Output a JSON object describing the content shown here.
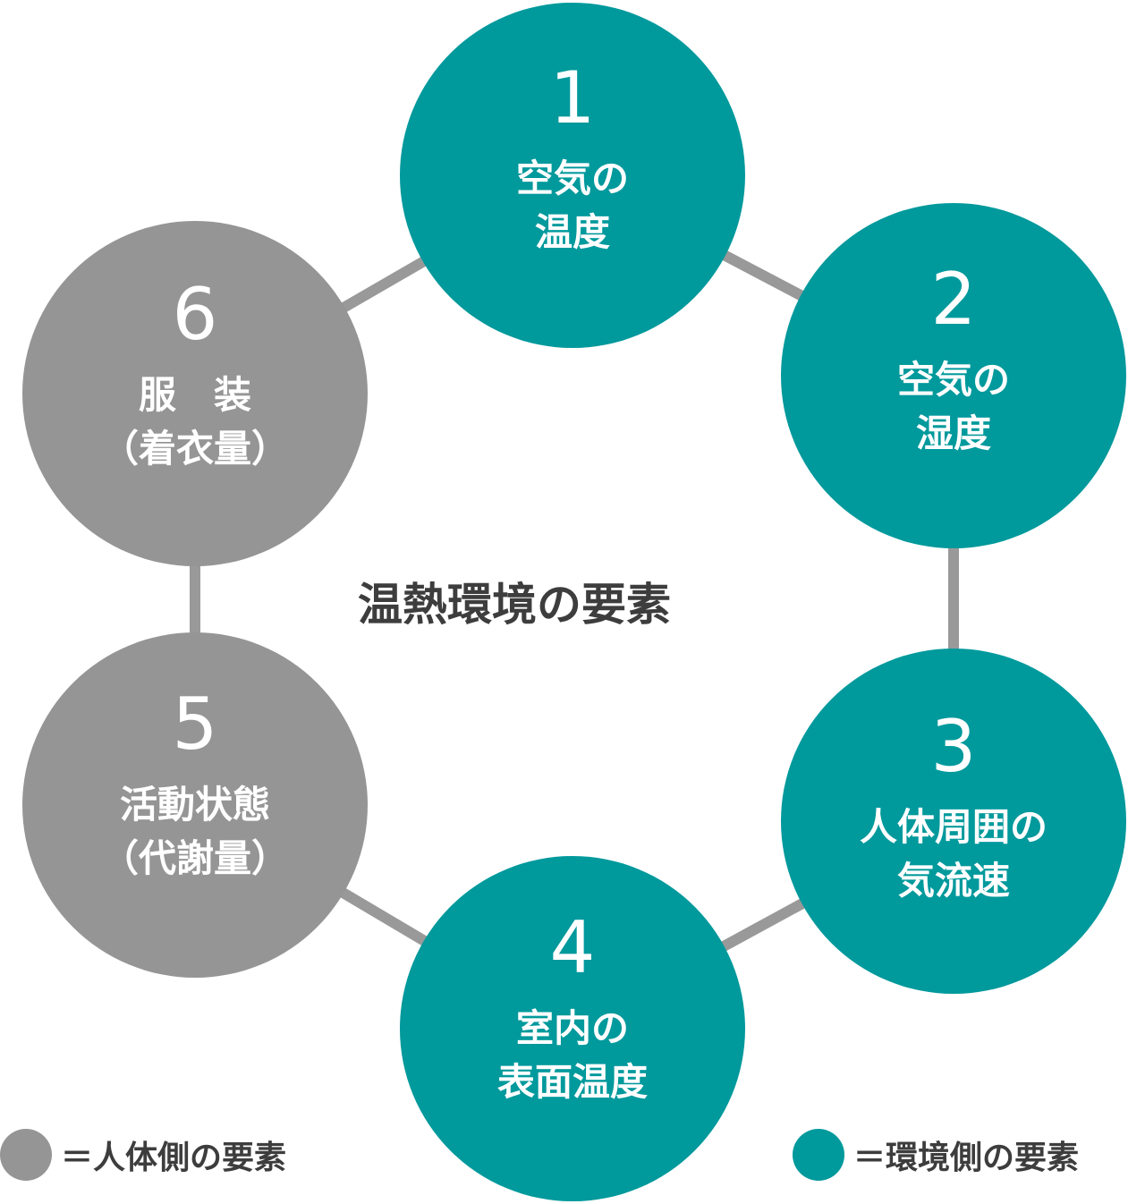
{
  "center_title": "温熱環境の要素",
  "colors": {
    "environment": "#00999c",
    "human": "#959595",
    "connector": "#999999"
  },
  "nodes": [
    {
      "number": "1",
      "lines": [
        "空気の",
        "温度"
      ],
      "group": "environment"
    },
    {
      "number": "2",
      "lines": [
        "空気の",
        "湿度"
      ],
      "group": "environment"
    },
    {
      "number": "3",
      "lines": [
        "人体周囲の",
        "気流速"
      ],
      "group": "environment"
    },
    {
      "number": "4",
      "lines": [
        "室内の",
        "表面温度"
      ],
      "group": "environment"
    },
    {
      "number": "5",
      "lines": [
        "活動状態",
        "（代謝量）"
      ],
      "group": "human"
    },
    {
      "number": "6",
      "lines": [
        "服　装",
        "（着衣量）"
      ],
      "group": "human"
    }
  ],
  "legend": {
    "human": "＝人体側の要素",
    "environment": "＝環境側の要素"
  }
}
